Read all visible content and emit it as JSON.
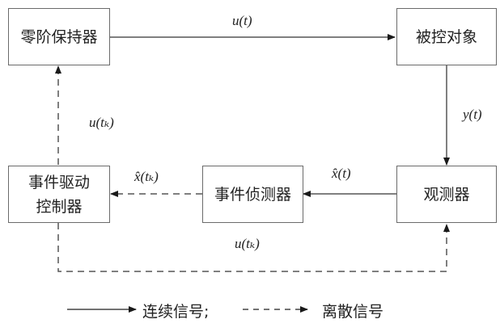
{
  "blocks": {
    "zoh": "零阶保持器",
    "plant": "被控对象",
    "observer": "观测器",
    "event_detector": "事件侦测器",
    "controller_line1": "事件驱动",
    "controller_line2": "控制器"
  },
  "signals": {
    "u_t": "u(t)",
    "y_t": "y(t)",
    "xhat_t": "x̂(t)",
    "xhat_tk": "x̂(tₖ)",
    "u_tk_left": "u(tₖ)",
    "u_tk_bottom": "u(tₖ)"
  },
  "legend": {
    "continuous": "连续信号;",
    "discrete": "离散信号"
  }
}
